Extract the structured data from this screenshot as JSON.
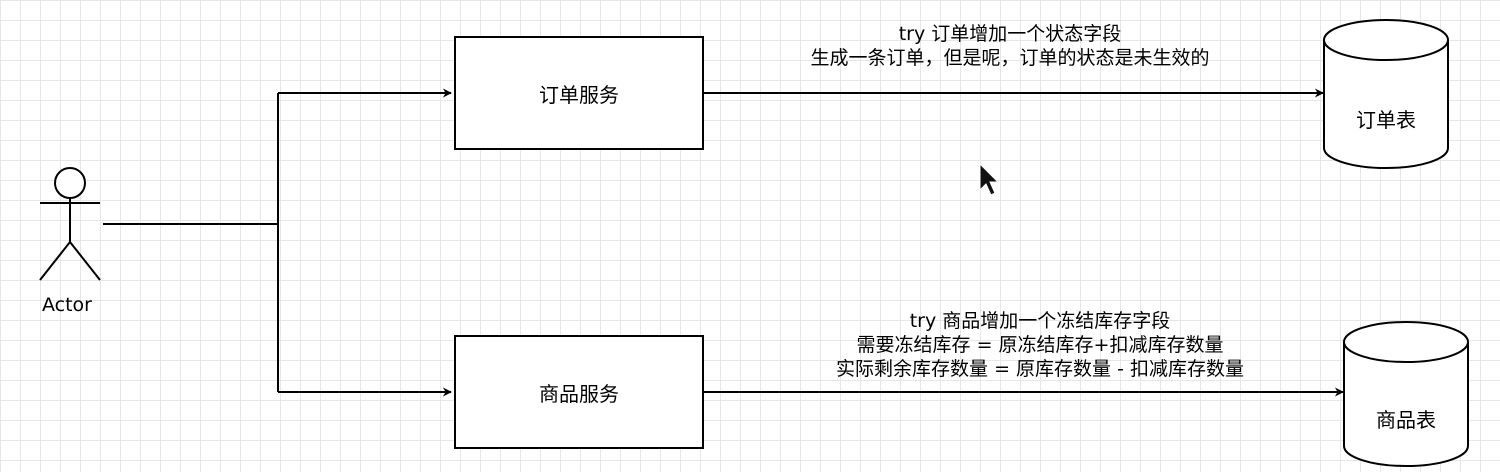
{
  "actor": {
    "label": "Actor"
  },
  "services": {
    "order": {
      "label": "订单服务"
    },
    "product": {
      "label": "商品服务"
    }
  },
  "databases": {
    "order": {
      "label": "订单表"
    },
    "product": {
      "label": "商品表"
    }
  },
  "edges": {
    "order_annotation": [
      "try 订单增加一个状态字段",
      "生成一条订单，但是呢，订单的状态是未生效的"
    ],
    "product_annotation": [
      "try 商品增加一个冻结库存字段",
      "需要冻结库存 = 原冻结库存+扣减库存数量",
      "实际剩余库存数量 = 原库存数量 - 扣减库存数量"
    ]
  }
}
